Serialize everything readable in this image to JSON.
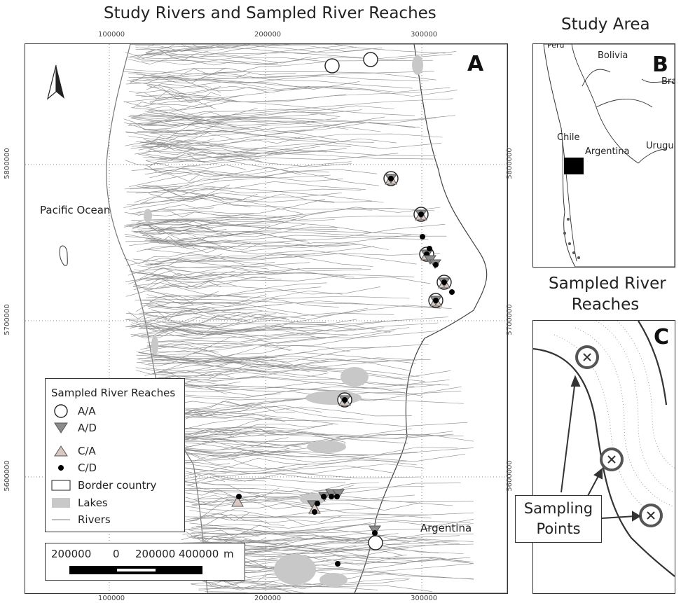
{
  "main_title": "Study Rivers and Sampled River Reaches",
  "panel_a": {
    "letter": "A",
    "x_ticks_top": [
      "100000",
      "200000",
      "300000"
    ],
    "x_ticks_bottom": [
      "100000",
      "200000",
      "300000"
    ],
    "y_ticks_left": [
      "5800000",
      "5700000",
      "5600000"
    ],
    "y_ticks_right": [
      "5800000",
      "5700000",
      "5600000"
    ],
    "labels": {
      "ocean": "Pacific Ocean",
      "country": "Argentina"
    },
    "north_arrow": "north-arrow-icon"
  },
  "legend": {
    "title": "Sampled River Reaches",
    "items": [
      {
        "label": "A/A",
        "symbol": "open-circle"
      },
      {
        "label": "A/D",
        "symbol": "down-triangle"
      },
      {
        "label": "C/A",
        "symbol": "up-triangle"
      },
      {
        "label": "C/D",
        "symbol": "black-dot"
      },
      {
        "label": "Border country",
        "symbol": "white-rectangle"
      },
      {
        "label": "Lakes",
        "symbol": "grey-rectangle"
      },
      {
        "label": "Rivers",
        "symbol": "grey-line"
      }
    ]
  },
  "scale_bar": {
    "labels": [
      "200000",
      "0",
      "200000",
      "400000",
      "m"
    ]
  },
  "panel_b": {
    "title": "Study Area",
    "letter": "B",
    "countries": [
      "Peru",
      "Bolivia",
      "Bra",
      "Chile",
      "Argentina",
      "Urugua"
    ]
  },
  "panel_c": {
    "title_line1": "Sampled River",
    "title_line2": "Reaches",
    "letter": "C",
    "callout_line1": "Sampling",
    "callout_line2": "Points"
  },
  "colors": {
    "lake": "#c8c8c8",
    "river": "#8a8a8a",
    "triangle_down": "#8c8c8c",
    "triangle_up": "#d8c8c0",
    "dot": "#000000",
    "text": "#222222"
  }
}
